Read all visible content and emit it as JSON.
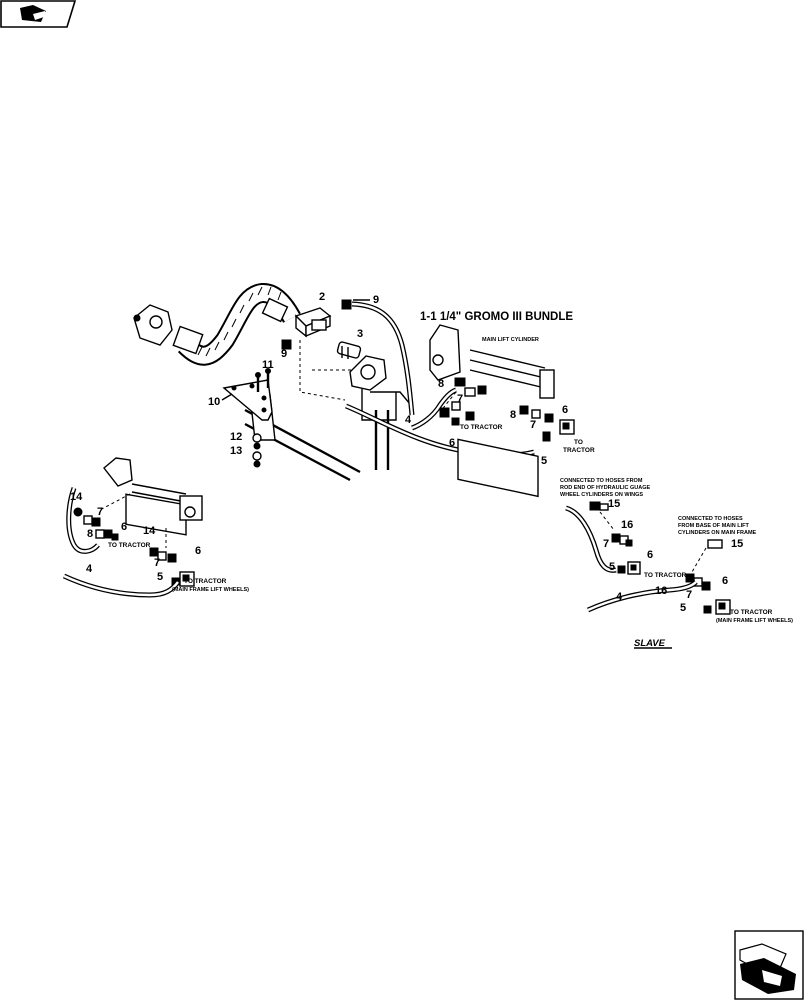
{
  "diagram": {
    "title": "1-1 1/4\" GROMO III BUNDLE",
    "labels": {
      "main_lift_cylinder": "MAIN LIFT CYLINDER",
      "to_tractor": "TO TRACTOR",
      "to": "TO",
      "tractor": "TRACTOR",
      "main_frame_lift_wheels": "(MAIN FRAME LIFT WHEELS)",
      "slave": "SLAVE",
      "note_gauge_1": "CONNECTED TO HOSES FROM",
      "note_gauge_2": "ROD END OF HYDRAULIC GUAGE",
      "note_gauge_3": "WHEEL CYLINDERS ON WINGS",
      "note_base_1": "CONNECTED TO HOSES",
      "note_base_2": "FROM BASE OF MAIN LIFT",
      "note_base_3": "CYLINDERS ON MAIN FRAME"
    },
    "callouts": {
      "n2": "2",
      "n3": "3",
      "n4": "4",
      "n5": "5",
      "n6": "6",
      "n7": "7",
      "n8": "8",
      "n9": "9",
      "n10": "10",
      "n11": "11",
      "n12": "12",
      "n13": "13",
      "n14": "14",
      "n15": "15",
      "n16": "16"
    }
  },
  "navigation": {
    "top_icon": "back-arrow-icon",
    "bottom_icon": "next-page-arrow-icon"
  }
}
